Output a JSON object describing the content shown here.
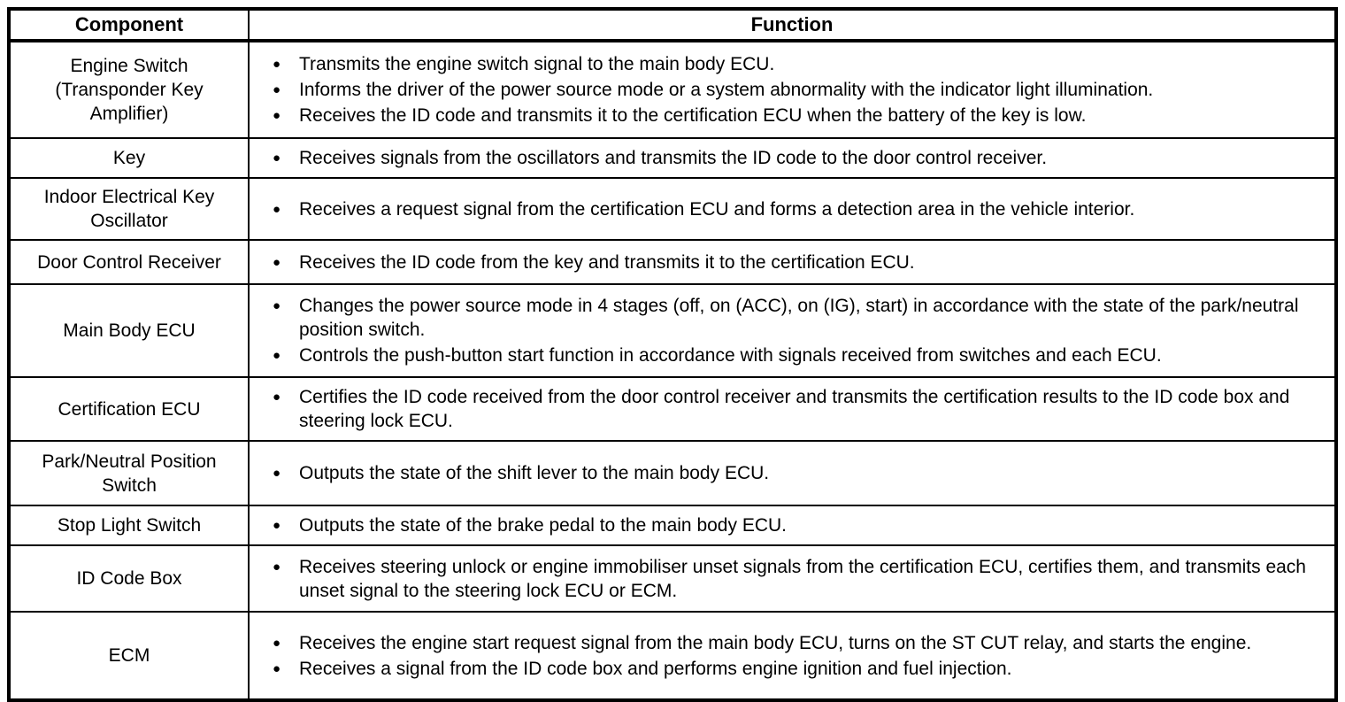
{
  "table": {
    "headers": {
      "component": "Component",
      "function": "Function"
    },
    "rows": [
      {
        "component": "Engine Switch (Transponder Key Amplifier)",
        "functions": [
          "Transmits the engine switch signal to the main body ECU.",
          "Informs the driver of the power source mode or a system abnormality with the indicator light illumination.",
          "Receives the ID code and transmits it to the certification ECU when the battery of the key is low."
        ]
      },
      {
        "component": "Key",
        "functions": [
          "Receives signals from the oscillators and transmits the ID code to the door control receiver."
        ]
      },
      {
        "component": "Indoor Electrical Key Oscillator",
        "functions": [
          "Receives a request signal from the certification ECU and forms a detection area in the vehicle interior."
        ]
      },
      {
        "component": "Door Control Receiver",
        "functions": [
          "Receives the ID code from the key and transmits it to the certification ECU."
        ]
      },
      {
        "component": "Main Body ECU",
        "functions": [
          "Changes the power source mode in 4 stages (off, on (ACC), on (IG), start) in accordance with the state of the park/neutral position switch.",
          "Controls the push-button start function in accordance with signals received from switches and each ECU."
        ]
      },
      {
        "component": "Certification ECU",
        "functions": [
          "Certifies the ID code received from the door control receiver and transmits the certification results to the ID code box and steering lock ECU."
        ]
      },
      {
        "component": "Park/Neutral Position Switch",
        "functions": [
          "Outputs the state of the shift lever to the main body ECU."
        ]
      },
      {
        "component": "Stop Light Switch",
        "functions": [
          "Outputs the state of the brake pedal to the main body ECU."
        ]
      },
      {
        "component": "ID Code Box",
        "functions": [
          "Receives steering unlock or engine immobiliser unset signals from the certification ECU, certifies them, and transmits each unset signal to the steering lock ECU or ECM."
        ]
      },
      {
        "component": "ECM",
        "functions": [
          "Receives the engine start request signal from the main body ECU, turns on the ST CUT relay, and starts the engine.",
          "Receives a signal from the ID code box and performs engine ignition and fuel injection."
        ]
      }
    ],
    "bullet_glyph": "●"
  }
}
